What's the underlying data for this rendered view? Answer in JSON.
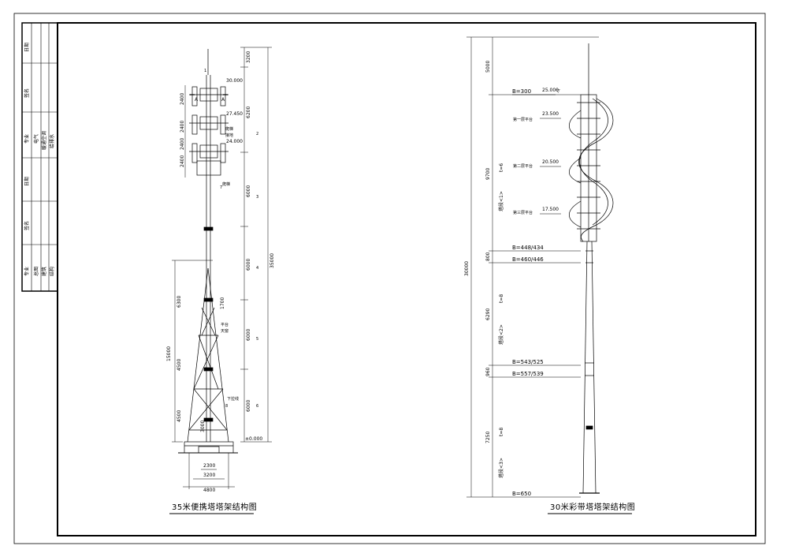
{
  "title_block": {
    "cells": [
      "日期",
      "签名",
      "专业",
      "电气",
      "暖通空调",
      "给排水",
      "日期",
      "签名",
      "专业",
      "总图",
      "建筑",
      "结构"
    ]
  },
  "left_drawing": {
    "title": "35米便携塔塔架结构图",
    "right_dims": [
      "3200",
      "6200",
      "6000",
      "6000",
      "6000",
      "6000"
    ],
    "right_total": "35000",
    "left_dims": [
      "2400",
      "2400",
      "2400",
      "2400"
    ],
    "lower_left_dims": [
      "6300",
      "4500",
      "4500"
    ],
    "lower_left_total": "15000",
    "elevations": [
      "30.000",
      "27.450",
      "24.000"
    ],
    "bottom_dims": [
      "2300",
      "3200",
      "4800"
    ],
    "ground_label": "±0.000",
    "section_labels": [
      "A",
      "A"
    ],
    "notes": [
      "爬梯",
      "爬梯",
      "接地",
      "平台",
      "天窗",
      "下拉线"
    ],
    "misc_dims": [
      "1700",
      "3000"
    ],
    "part_numbers": [
      "1",
      "2",
      "3",
      "4",
      "5",
      "6",
      "7",
      "8"
    ]
  },
  "right_drawing": {
    "title": "30米彩带塔塔架结构图",
    "total": "30000",
    "segment_dims": [
      "5000",
      "9700",
      "800",
      "6290",
      "960",
      "7250"
    ],
    "b_labels": [
      "B=300",
      "B=448/434",
      "B=460/446",
      "B=543/525",
      "B=557/539",
      "B=650"
    ],
    "elevations": [
      "25.000",
      "23.500",
      "20.500",
      "17.500"
    ],
    "platform_labels": [
      "第一层平台",
      "第二层平台",
      "第三层平台"
    ],
    "thickness_labels": [
      "t=6",
      "t=8",
      "t=8"
    ],
    "segment_labels": [
      "塔段<1>",
      "塔段<2>",
      "塔段<3>"
    ],
    "level_mark": "▽"
  }
}
